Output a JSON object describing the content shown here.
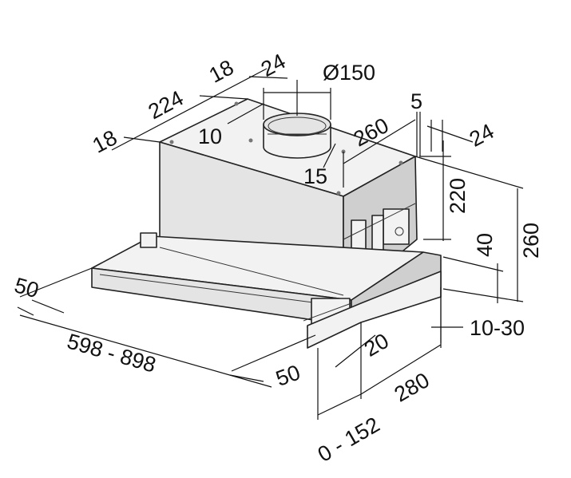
{
  "dimensions": {
    "duct_diameter": "Ø150",
    "top_offset_24_left": "24",
    "top_offset_18_upper": "18",
    "top_depth_224": "224",
    "top_offset_18_lower": "18",
    "duct_offset_10": "10",
    "duct_offset_15": "15",
    "rear_width_260": "260",
    "rear_offset_5": "5",
    "rear_offset_24": "24",
    "body_height_220": "220",
    "total_height_260": "260",
    "visor_height_40": "40",
    "visor_gap_10_30": "10-30",
    "visor_depth_280": "280",
    "visor_inset_20": "20",
    "visor_extension_0_152": "0 - 152",
    "front_inset_50_left": "50",
    "front_inset_50_right": "50",
    "width_598_898": "598 - 898"
  }
}
